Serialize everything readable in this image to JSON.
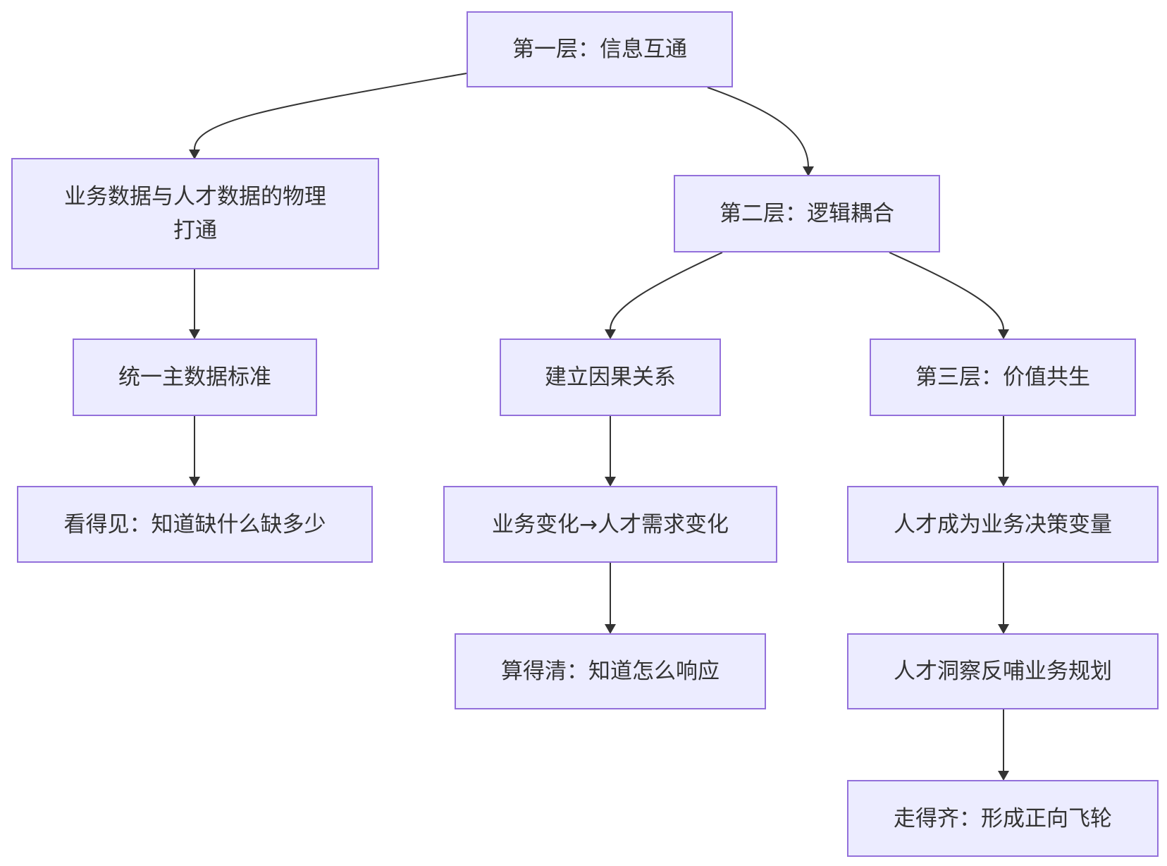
{
  "diagram": {
    "nodes": {
      "layer1": "第一层：信息互通",
      "physical": "业务数据与人才数据的物理打通",
      "layer2": "第二层：逻辑耦合",
      "mdm": "统一主数据标准",
      "causal": "建立因果关系",
      "layer3": "第三层：价值共生",
      "see": "看得见：知道缺什么缺多少",
      "bizchange": "业务变化→人才需求变化",
      "decision": "人才成为业务决策变量",
      "calc": "算得清：知道怎么响应",
      "insight": "人才洞察反哺业务规划",
      "flywheel": "走得齐：形成正向飞轮"
    },
    "colors": {
      "node_fill": "#ECECFF",
      "node_border": "#9370DB",
      "edge": "#333333",
      "text": "#333333"
    }
  }
}
